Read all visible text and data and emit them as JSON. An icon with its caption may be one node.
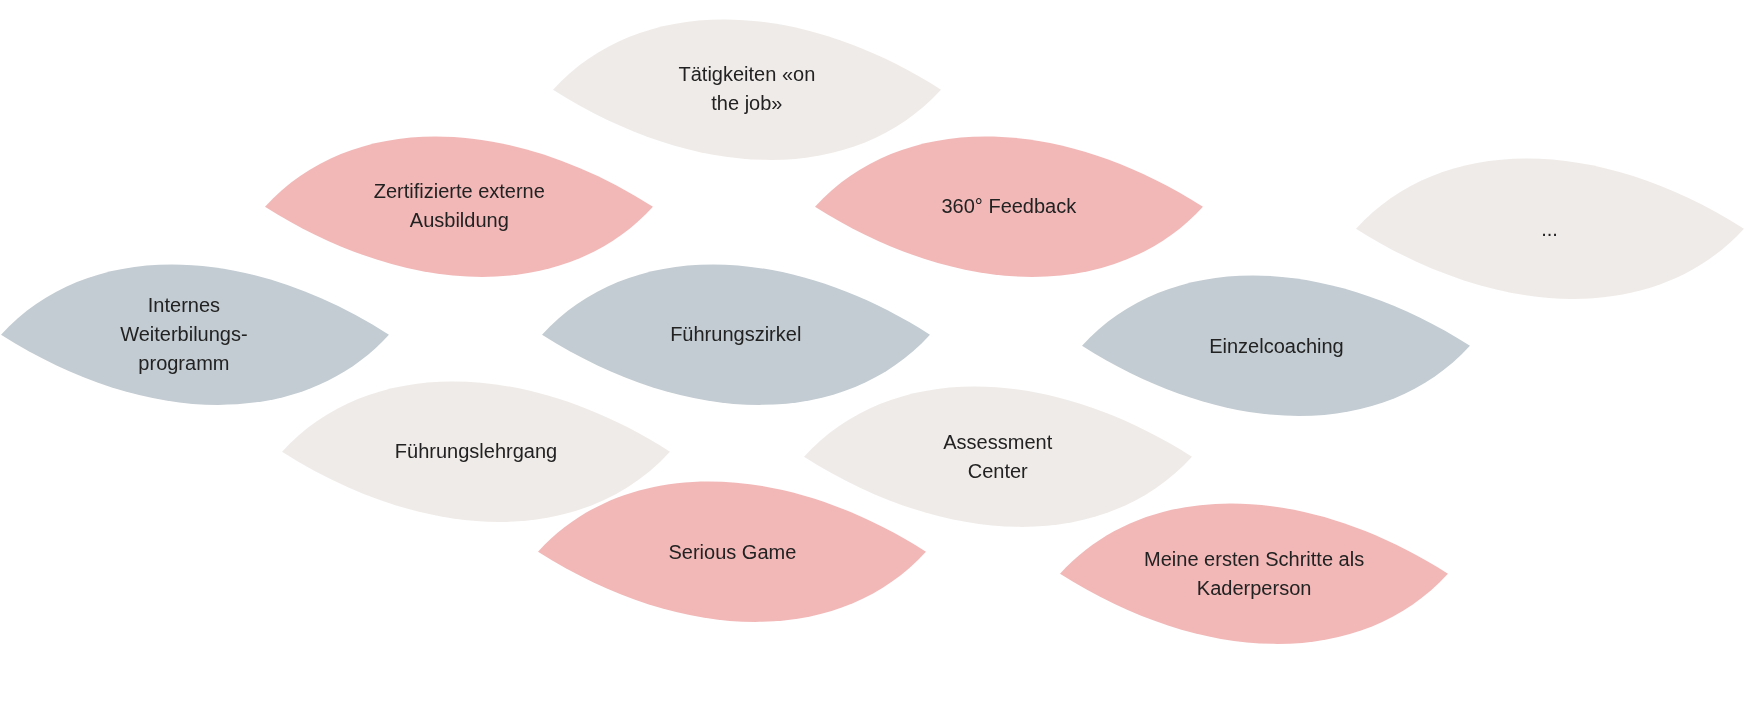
{
  "diagram": {
    "nodes": [
      {
        "text": [
          "Tätigkeiten «on the job»"
        ]
      },
      {
        "text": [
          "Zertifizierte externe Ausbildung"
        ]
      },
      {
        "text": [
          "360° Feedback"
        ]
      },
      {
        "text": [
          "..."
        ]
      },
      {
        "text": [
          "Internes Weiterbilungs-programm"
        ]
      },
      {
        "text": [
          "Führungszirkel"
        ]
      },
      {
        "text": [
          "Einzelcoaching"
        ]
      },
      {
        "text": [
          "Führungslehrgang"
        ]
      },
      {
        "text": [
          "Assessment Center"
        ]
      },
      {
        "text": [
          "Serious Game"
        ]
      },
      {
        "text": [
          "Meine ersten Schritte als Kaderperson"
        ]
      }
    ]
  }
}
